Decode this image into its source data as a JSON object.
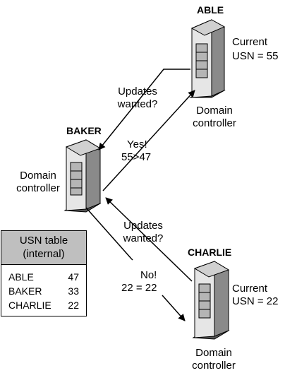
{
  "servers": {
    "able": {
      "name": "ABLE",
      "role_line1": "Domain",
      "role_line2": "controller",
      "usn_line1": "Current",
      "usn_line2": "USN = 55"
    },
    "baker": {
      "name": "BAKER",
      "role_line1": "Domain",
      "role_line2": "controller"
    },
    "charlie": {
      "name": "CHARLIE",
      "role_line1": "Domain",
      "role_line2": "controller",
      "usn_line1": "Current",
      "usn_line2": "USN = 22"
    }
  },
  "messages": {
    "query_able_line1": "Updates",
    "query_able_line2": "wanted?",
    "reply_able_line1": "Yes!",
    "reply_able_line2": "55>47",
    "query_charlie_line1": "Updates",
    "query_charlie_line2": "wanted?",
    "reply_charlie_line1": "No!",
    "reply_charlie_line2": "22 = 22"
  },
  "usn_table": {
    "title_line1": "USN table",
    "title_line2": "(internal)",
    "rows": [
      {
        "server": "ABLE",
        "usn": "47"
      },
      {
        "server": "BAKER",
        "usn": "33"
      },
      {
        "server": "CHARLIE",
        "usn": "22"
      }
    ]
  },
  "colors": {
    "header_fill": "#bfbfbf",
    "tower_light": "#e6e6e6",
    "tower_mid": "#b5b5b5",
    "tower_dark": "#7a7a7a"
  }
}
